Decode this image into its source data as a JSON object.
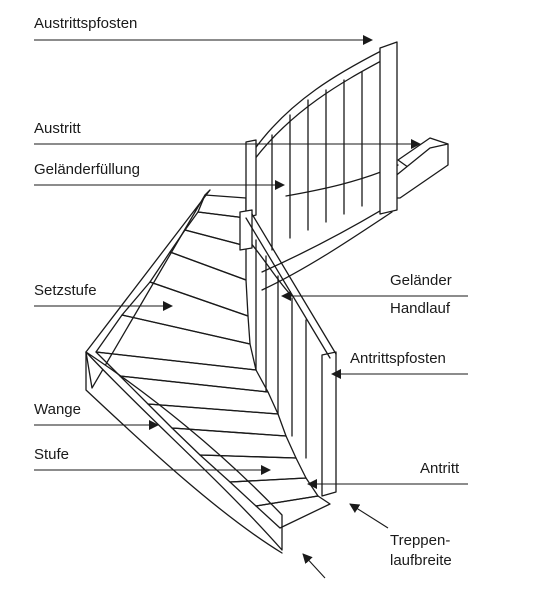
{
  "diagram": {
    "labels": {
      "austrittspfosten": "Austrittspfosten",
      "austritt": "Austritt",
      "gelaenderfuellung": "Geländerfüllung",
      "setzstufe": "Setzstufe",
      "wange": "Wange",
      "stufe": "Stufe",
      "gelaender": "Geländer",
      "handlauf": "Handlauf",
      "antrittspfosten": "Antrittspfosten",
      "antritt": "Antritt",
      "treppenlaufbreite_1": "Treppen-",
      "treppenlaufbreite_2": "laufbreite"
    },
    "colors": {
      "line": "#1a1a1a",
      "background": "#ffffff"
    }
  }
}
